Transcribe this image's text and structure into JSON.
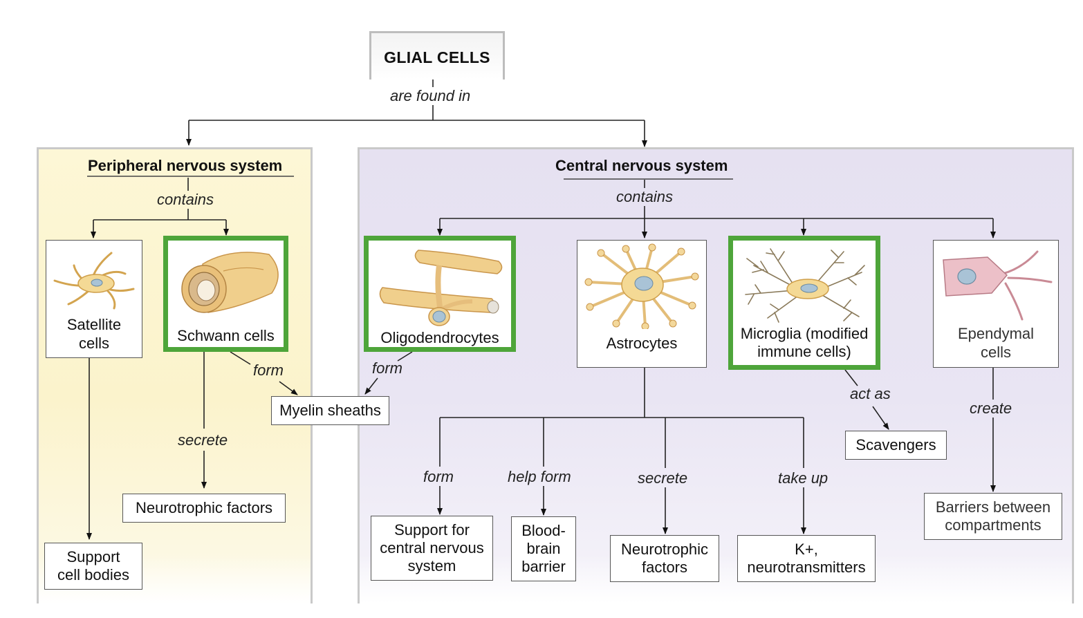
{
  "title": "GLIAL CELLS",
  "verbs": {
    "found_in": "are found in",
    "pns_contains": "contains",
    "cns_contains": "contains",
    "schwann_form": "form",
    "oligo_form": "form",
    "schwann_secrete": "secrete",
    "micro_act_as": "act as",
    "ependymal_create": "create",
    "astro_form": "form",
    "astro_help_form": "help form",
    "astro_secrete": "secrete",
    "astro_take_up": "take up"
  },
  "pns": {
    "heading": "Peripheral nervous system",
    "satellite": {
      "line1": "Satellite",
      "line2": "cells"
    },
    "schwann": {
      "label": "Schwann cells"
    },
    "support_cell_bodies": {
      "line1": "Support",
      "line2": "cell bodies"
    },
    "neurotrophic": "Neurotrophic factors"
  },
  "myelin": "Myelin sheaths",
  "cns": {
    "heading": "Central nervous system",
    "oligo": {
      "label": "Oligodendrocytes"
    },
    "astro": {
      "label": "Astrocytes"
    },
    "micro": {
      "line1": "Microglia (modified",
      "line2": "immune cells)"
    },
    "ependymal": {
      "line1": "Ependymal",
      "line2": "cells"
    },
    "scavengers": "Scavengers",
    "barriers": {
      "line1": "Barriers between",
      "line2": "compartments"
    },
    "support_cns": {
      "line1": "Support for",
      "line2": "central nervous",
      "line3": "system"
    },
    "bbb": {
      "line1": "Blood-",
      "line2": "brain",
      "line3": "barrier"
    },
    "neuro": {
      "line1": "Neurotrophic",
      "line2": "factors"
    },
    "k": {
      "line1": "K+,",
      "line2": "neurotransmitters"
    }
  },
  "colors": {
    "highlight": "#4ea53a",
    "pns_bg": "#fbf3cc",
    "cns_bg": "#e7e3f2",
    "cell_tan": "#f3d89b",
    "nucleus": "#a9c3d6",
    "ependymal_pink": "#ecc0c8"
  }
}
